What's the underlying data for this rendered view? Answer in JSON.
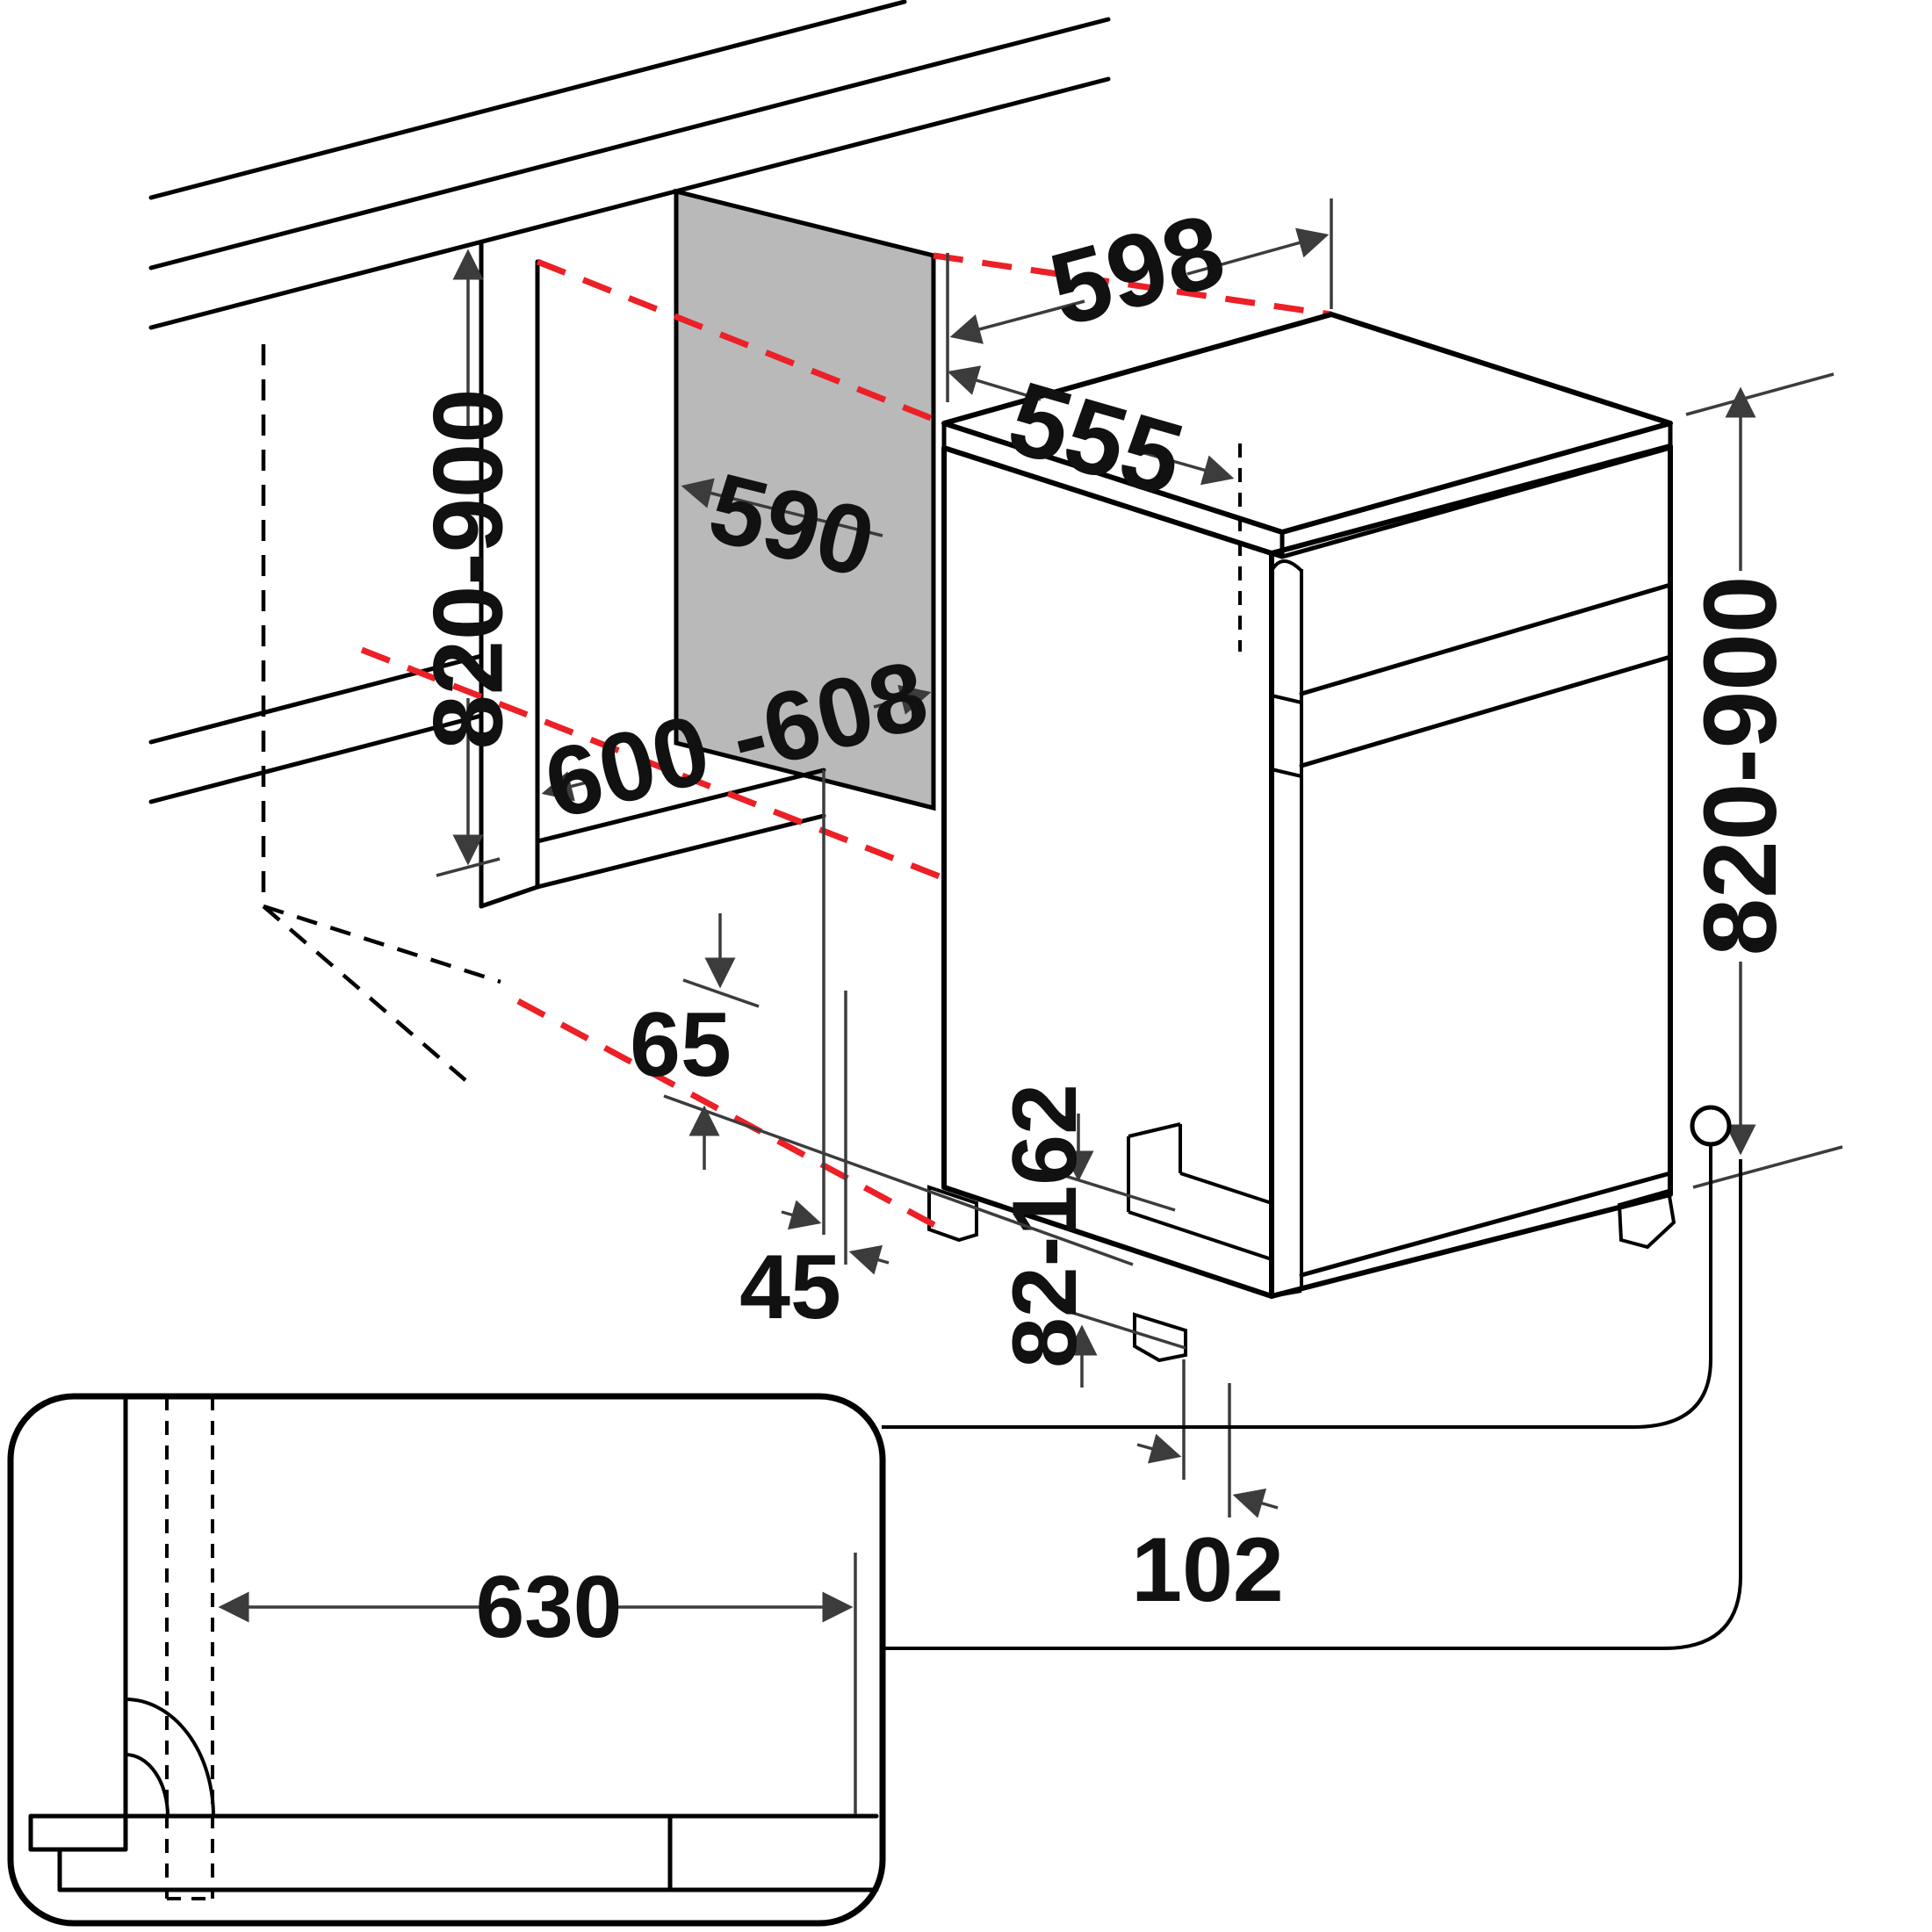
{
  "diagram": {
    "type": "installation-dimension-drawing",
    "subject": "built-under dishwasher with cabinet niche",
    "units": "mm",
    "labels": {
      "appliance_width": "598",
      "appliance_top_depth": "555",
      "niche_back_panel_width": "590",
      "niche_opening_width": "600 -608",
      "niche_height_range": "820-900",
      "appliance_height_range": "820-900",
      "top_rail_height": "65",
      "side_gap": "45",
      "plinth_height_range": "82-162",
      "foot_setback": "102",
      "open_door_clearance": "630"
    },
    "colors": {
      "projection_line": "#ec2027",
      "back_panel_fill": "#b9b9b9",
      "drawing_line": "#000000",
      "dimension_line": "#3c3c3c"
    }
  }
}
